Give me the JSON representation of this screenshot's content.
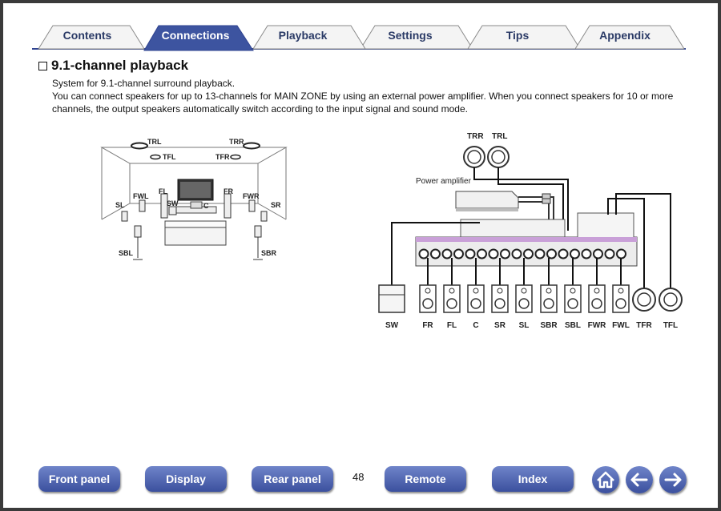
{
  "tabs": [
    {
      "label": "Contents",
      "active": false
    },
    {
      "label": "Connections",
      "active": true
    },
    {
      "label": "Playback",
      "active": false
    },
    {
      "label": "Settings",
      "active": false
    },
    {
      "label": "Tips",
      "active": false
    },
    {
      "label": "Appendix",
      "active": false
    }
  ],
  "section": {
    "title": "9.1-channel playback",
    "intro1": "System for 9.1-channel surround playback.",
    "intro2": "You can connect speakers for up to 13-channels for MAIN ZONE by using an external power amplifier. When you connect speakers for 10 or more",
    "intro3": "channels, the output speakers automatically switch according to the input signal and sound mode."
  },
  "room_labels": {
    "trl": "TRL",
    "trr": "TRR",
    "tfl": "TFL",
    "tfr": "TFR",
    "fwl": "FWL",
    "fl": "FL",
    "fr": "FR",
    "fwr": "FWR",
    "sl": "SL",
    "sr": "SR",
    "sw": "SW",
    "c": "C",
    "sbl": "SBL",
    "sbr": "SBR"
  },
  "wiring": {
    "amp_label": "Power amplifier",
    "top_speakers": [
      "TRR",
      "TRL"
    ],
    "bottom_speakers": [
      "SW",
      "FR",
      "FL",
      "C",
      "SR",
      "SL",
      "SBR",
      "SBL",
      "FWR",
      "FWL",
      "TFR",
      "TFL"
    ]
  },
  "footer": {
    "front_panel": "Front panel",
    "display": "Display",
    "rear_panel": "Rear panel",
    "page_number": "48",
    "remote": "Remote",
    "index": "Index",
    "home_icon": "home-icon",
    "back_icon": "arrow-left-icon",
    "forward_icon": "arrow-right-icon"
  }
}
